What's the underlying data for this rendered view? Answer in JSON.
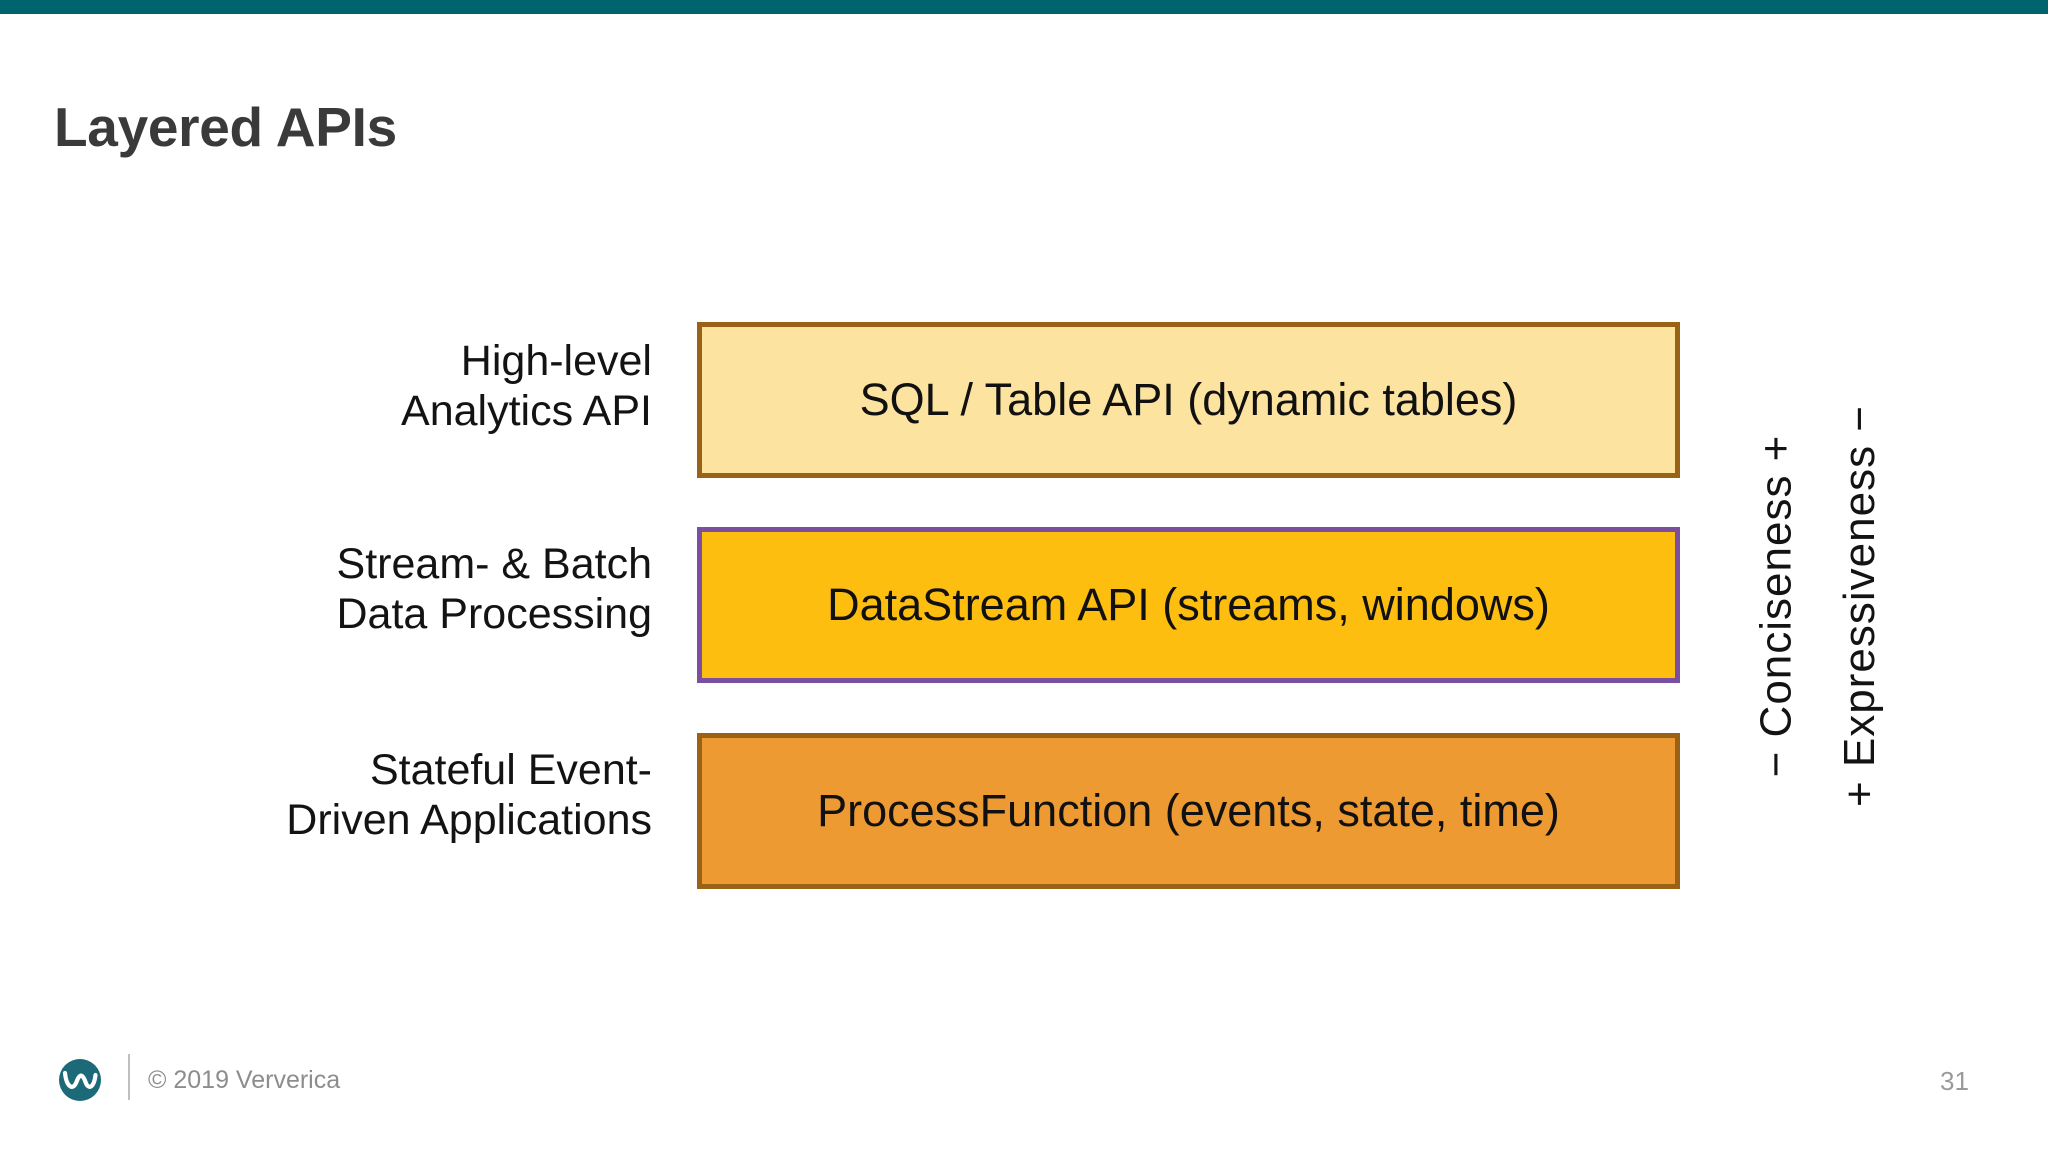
{
  "slide": {
    "title": "Layered APIs",
    "accent_color": "#00646F",
    "background_color": "#FFFFFF",
    "title_color": "#3A3A3A"
  },
  "chart_data": {
    "type": "diagram",
    "title": "Layered APIs",
    "subtype": "stacked-layer-stack",
    "layers": [
      {
        "label_line1": "High-level",
        "label_line2": "Analytics API",
        "box_text": "SQL / Table API (dynamic tables)",
        "fill": "#FCE3A0",
        "border": "#9A6214"
      },
      {
        "label_line1": "Stream- & Batch",
        "label_line2": "Data Processing",
        "box_text": "DataStream API (streams, windows)",
        "fill": "#FEBE10",
        "border": "#7B4FA0"
      },
      {
        "label_line1": "Stateful Event-",
        "label_line2": "Driven Applications",
        "box_text": "ProcessFunction (events, state, time)",
        "fill": "#EE9A33",
        "border": "#9A6214"
      }
    ],
    "axes": [
      {
        "name": "conciseness",
        "text": "−  Conciseness  +",
        "top_sign": "+",
        "bottom_sign": "−",
        "label": "Conciseness",
        "direction": "increases upward"
      },
      {
        "name": "expressiveness",
        "text": "+  Expressiveness  −",
        "top_sign": "−",
        "bottom_sign": "+",
        "label": "Expressiveness",
        "direction": "increases downward"
      }
    ]
  },
  "footer": {
    "copyright": "© 2019 Ververica",
    "page_number": "31",
    "logo_name": "ververica-logo",
    "logo_color": "#1C6A78"
  }
}
